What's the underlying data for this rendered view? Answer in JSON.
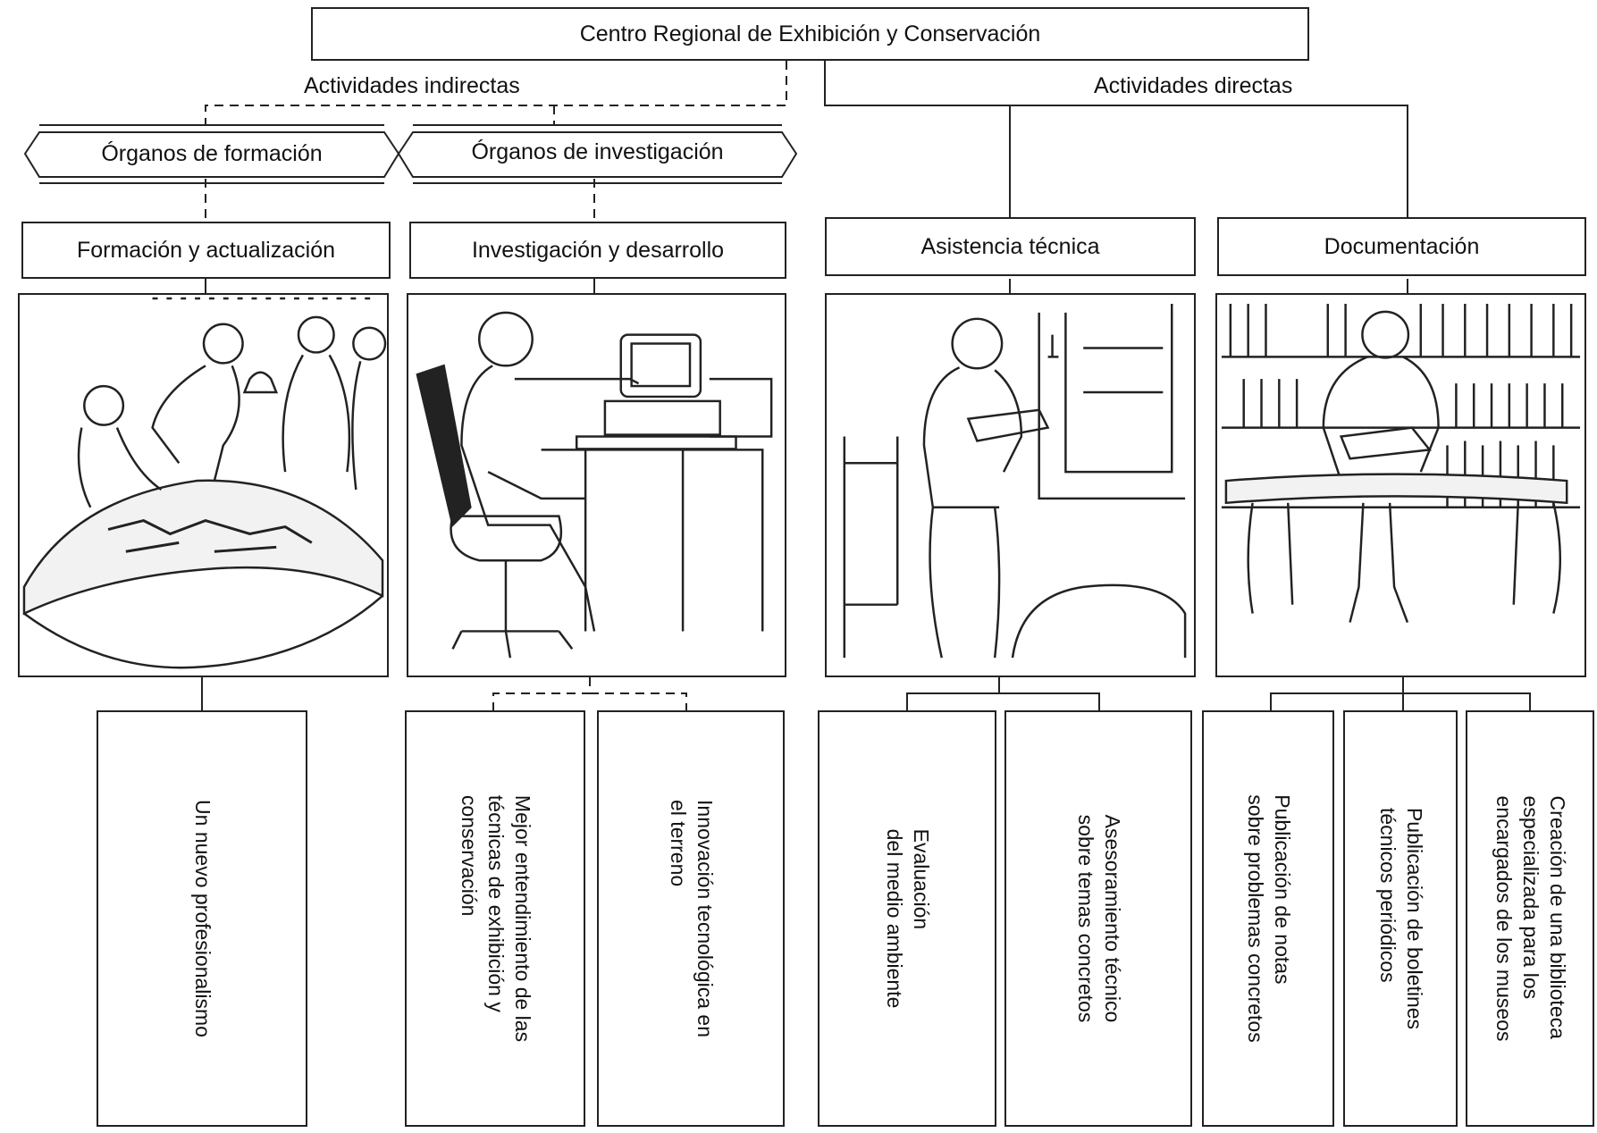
{
  "root": {
    "title": "Centro Regional de Exhibición y Conservación"
  },
  "branches": {
    "indirect_label": "Actividades indirectas",
    "direct_label": "Actividades directas"
  },
  "organs": [
    {
      "label": "Órganos de formación"
    },
    {
      "label": "Órganos de investigación"
    }
  ],
  "areas": [
    {
      "label": "Formación y actualización",
      "illustration": "training-group-illustration"
    },
    {
      "label": "Investigación y desarrollo",
      "illustration": "computer-research-illustration"
    },
    {
      "label": "Asistencia técnica",
      "illustration": "technical-assistance-illustration"
    },
    {
      "label": "Documentación",
      "illustration": "library-documentation-illustration"
    }
  ],
  "outcomes": [
    {
      "text": "Un nuevo profesionalismo"
    },
    {
      "text": "Mejor entendimiento de las\ntécnicas de exhibición y\nconservación"
    },
    {
      "text": "Innovación tecnológica en\nel terreno"
    },
    {
      "text": "Evaluación\ndel medio ambiente"
    },
    {
      "text": "Asesoramiento técnico\nsobre temas concretos"
    },
    {
      "text": "Publicación de notas\nsobre problemas concretos"
    },
    {
      "text": "Publicación de boletines\ntécnicos periódicos"
    },
    {
      "text": "Creación de una biblioteca\nespecializada para los\nencargados de los museos"
    }
  ]
}
